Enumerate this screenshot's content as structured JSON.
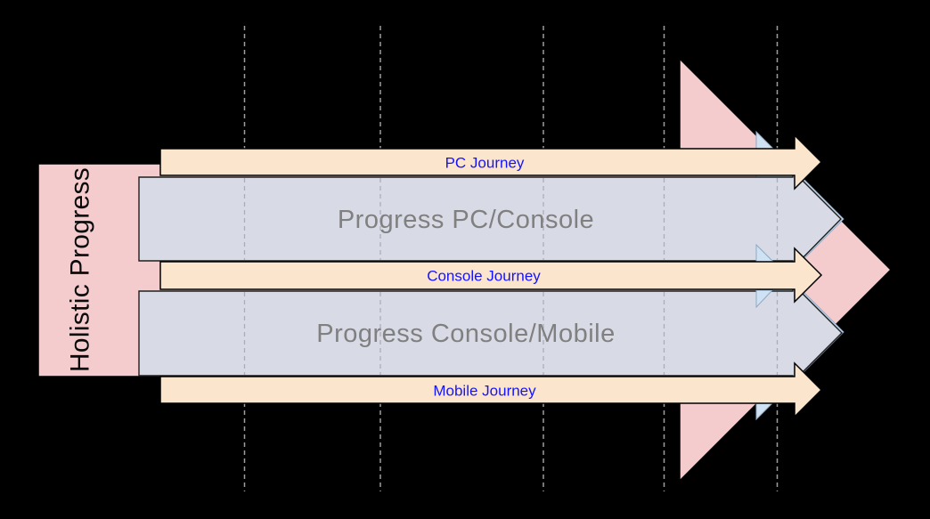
{
  "diagram": {
    "background_color": "#000000",
    "gridline_color": "#9E9E9E",
    "holistic": {
      "label": "Holistic Progress",
      "fill": "#F4CCCE",
      "text_color": "#0A0A0A"
    },
    "journeys": [
      {
        "label": "PC Journey"
      },
      {
        "label": "Console Journey"
      },
      {
        "label": "Mobile Journey"
      }
    ],
    "journey_style": {
      "fill": "#FCE5CD",
      "text_color": "#1414FF"
    },
    "progress_tracks": [
      {
        "label": "Progress PC/Console"
      },
      {
        "label": "Progress Console/Mobile"
      }
    ],
    "progress_style": {
      "fill": "#D8DBE6",
      "text_color": "#808080"
    },
    "shadow_style": {
      "fill": "#CFE2F3",
      "stroke": "#8FA8C4"
    }
  }
}
